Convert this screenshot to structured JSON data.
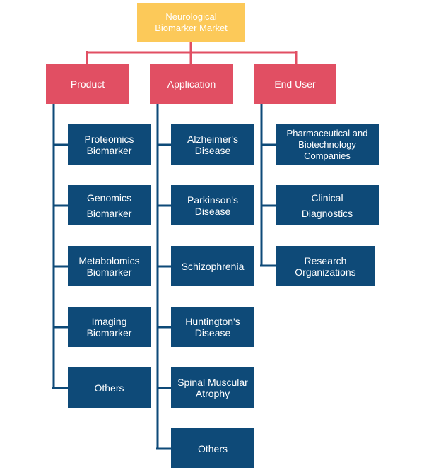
{
  "root": {
    "line1": "Neurological",
    "line2": "Biomarker Market"
  },
  "categories": [
    {
      "label": "Product",
      "items": [
        {
          "line1": "Proteomics",
          "line2": "Biomarker"
        },
        {
          "line1": "Genomics",
          "line2": "Biomarker"
        },
        {
          "line1": "Metabolomics",
          "line2": "Biomarker"
        },
        {
          "line1": "Imaging",
          "line2": "Biomarker"
        },
        {
          "line1": "Others",
          "line2": ""
        }
      ]
    },
    {
      "label": "Application",
      "items": [
        {
          "line1": "Alzheimer's",
          "line2": "Disease"
        },
        {
          "line1": "Parkinson's",
          "line2": "Disease"
        },
        {
          "line1": "Schizophrenia",
          "line2": ""
        },
        {
          "line1": "Huntington's",
          "line2": "Disease"
        },
        {
          "line1": "Spinal Muscular",
          "line2": "Atrophy"
        },
        {
          "line1": "Others",
          "line2": ""
        }
      ]
    },
    {
      "label": "End User",
      "items": [
        {
          "line1": "Pharmaceutical and",
          "line2": "Biotechnology",
          "line3": "Companies"
        },
        {
          "line1": "Clinical",
          "line2": "Diagnostics"
        },
        {
          "line1": "Research",
          "line2": "Organizations"
        }
      ]
    }
  ],
  "colors": {
    "root": "#fcc959",
    "category": "#e14f63",
    "leaf": "#0e4a78",
    "connector_top": "#e14f63",
    "connector_branch": "#0e4a78"
  }
}
